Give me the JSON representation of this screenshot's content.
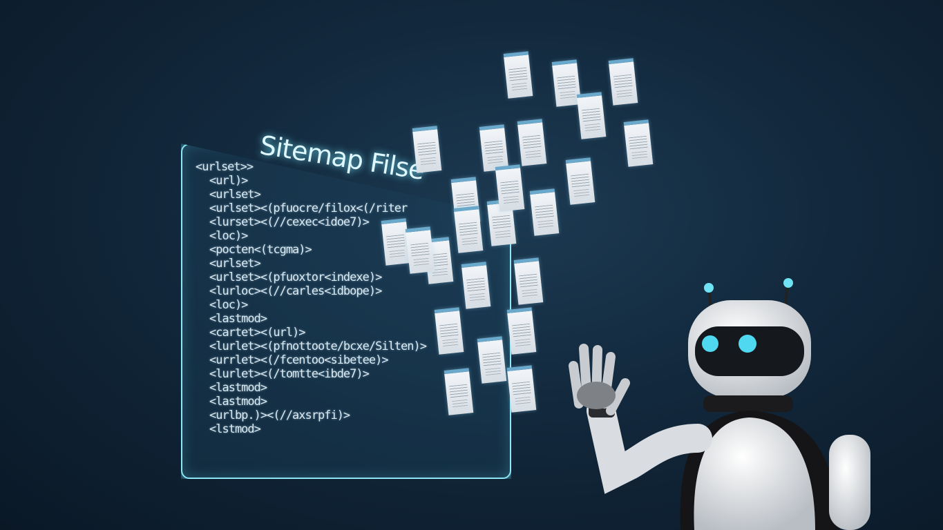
{
  "panel": {
    "title": "Sitemap Filse",
    "code_lines": [
      "<urlset>>",
      "<url)>",
      "<urlset>",
      "<urlset><(pfuocre/filox<(/riter",
      "<lurset><(//cexec<idoe7)>",
      "<loc)>",
      "<pocten<(tcgma)>",
      "<urlset>",
      "<urlset><(pfuoxtor<indexe)>",
      "<lurloc><(//carles<idbope)>",
      "<loc)>",
      "<lastmod>",
      "<cartet><(url)>",
      "<lurlet><(pfnottoote/bcxe/Silten)>",
      "<urrlet><(/fcentoo<sibetee)>",
      "<lurlet><(/tomtte<ibde7)>",
      "<lastmod>",
      "<lastmod>",
      "<urlbp.)><(//axsrpfi)>",
      "<lstmod>"
    ]
  },
  "colors": {
    "background": "#12283c",
    "glow": "#8fe6f5",
    "robot_eyes": "#4fd8f0"
  },
  "floating_documents": {
    "count": 24,
    "icons": [
      "envelope-icon",
      "image-icon",
      "document-icon",
      "search-icon"
    ]
  }
}
